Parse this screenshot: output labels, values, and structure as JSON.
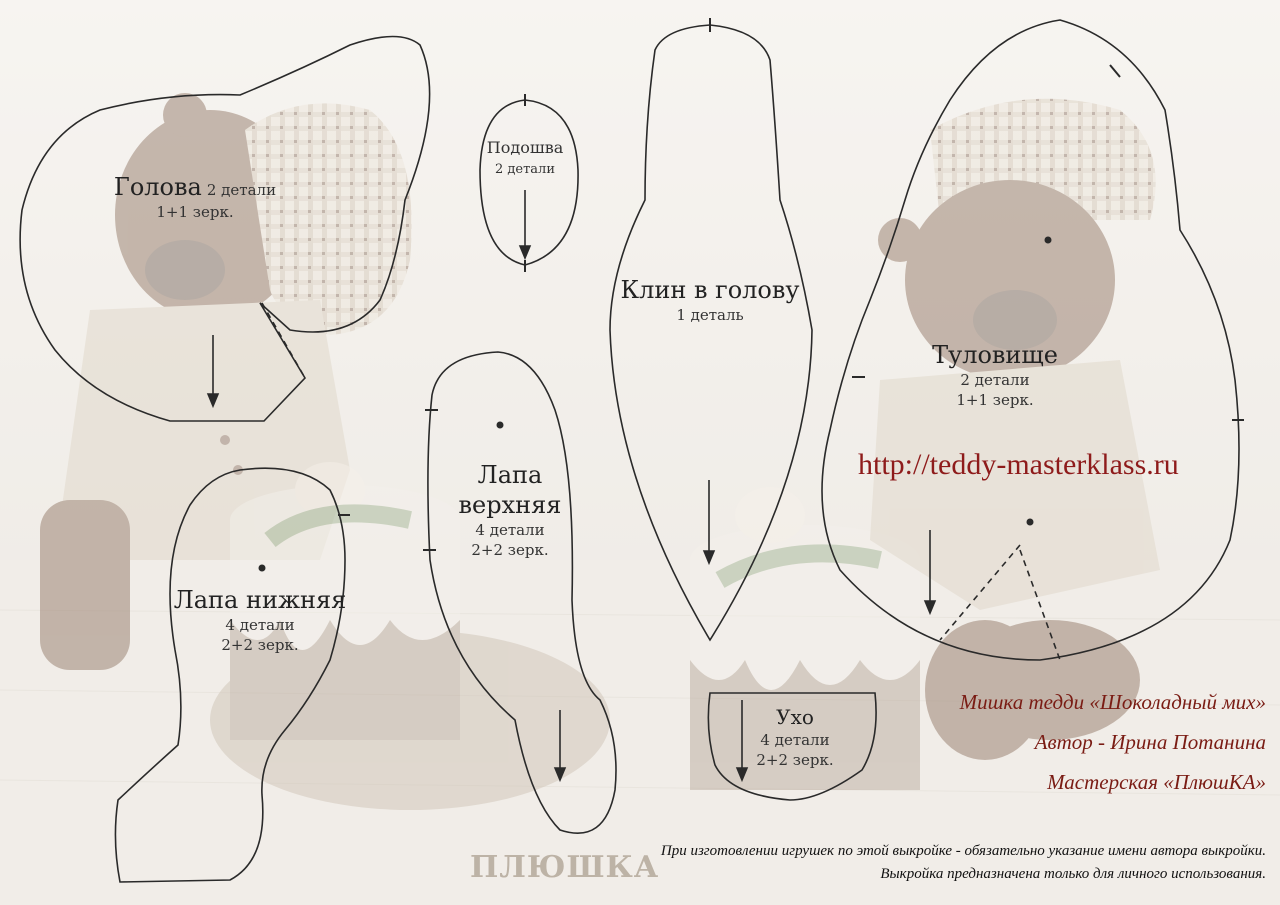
{
  "pieces": {
    "head": {
      "title": "Голова",
      "count": "2 детали",
      "mirror": "1+1 зерк."
    },
    "sole": {
      "title": "Подошва",
      "count": "2 детали"
    },
    "gusset": {
      "title": "Клин в голову",
      "count": "1 деталь"
    },
    "body": {
      "title": "Туловище",
      "count": "2 детали",
      "mirror": "1+1 зерк."
    },
    "arm": {
      "title_1": "Лапа",
      "title_2": "верхняя",
      "count": "4 детали",
      "mirror": "2+2 зерк."
    },
    "leg": {
      "title": "Лапа нижняя",
      "count": "4 детали",
      "mirror": "2+2 зерк."
    },
    "ear": {
      "title": "Ухо",
      "count": "4 детали",
      "mirror": "2+2 зерк."
    }
  },
  "url": "http://teddy-masterklass.ru",
  "credits": {
    "name": "Мишка тедди «Шоколадный мих»",
    "author": "Автор - Ирина Потанина",
    "studio": "Мастерская «ПлюшКА»"
  },
  "notes": {
    "line1": "При изготовлении игрушек по этой выкройке - обязательно указание имени автора выкройки.",
    "line2": "Выкройка предназначена только для личного использования."
  },
  "logo": "ПЛЮШКА",
  "colors": {
    "outline": "#2a2a2a",
    "credit": "#7a1c14",
    "url": "#8e1b1b",
    "background": "#f4f1ec"
  }
}
